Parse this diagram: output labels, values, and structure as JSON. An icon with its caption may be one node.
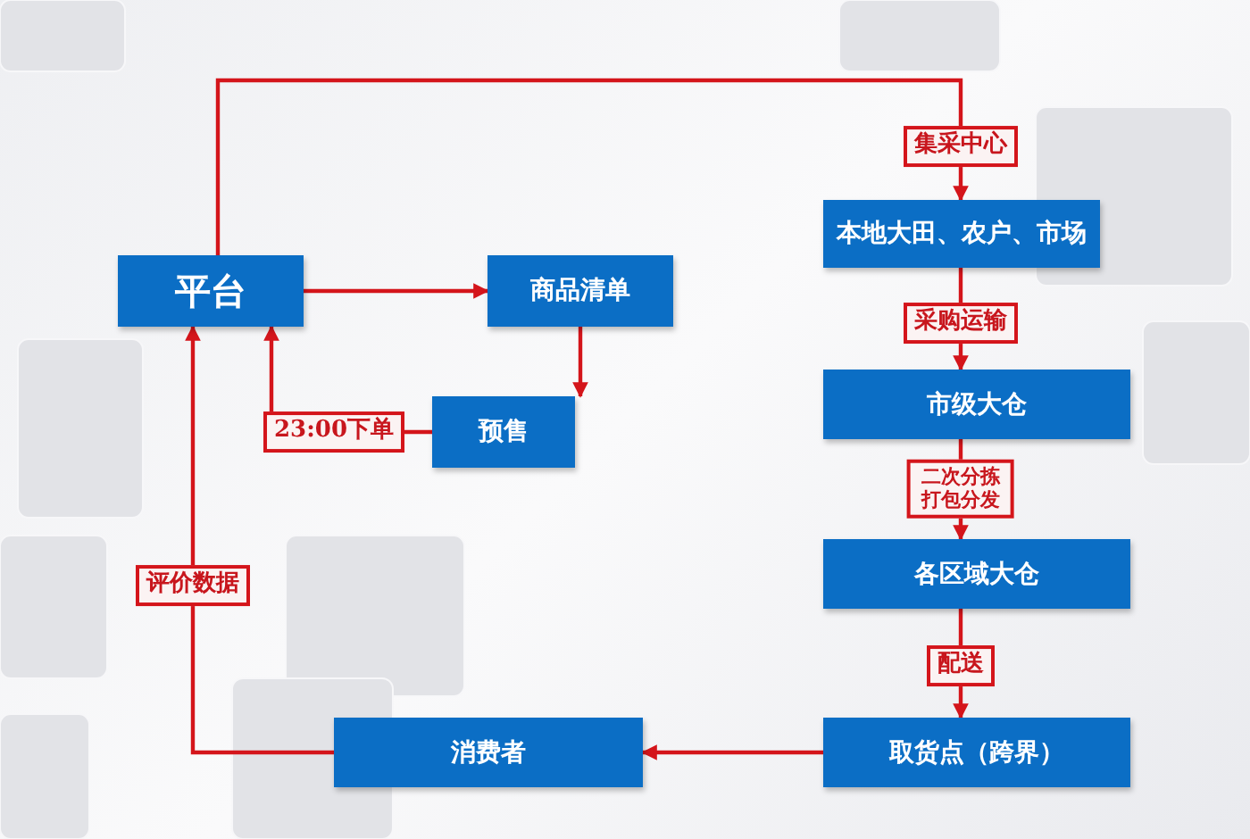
{
  "diagram": {
    "nodes": [
      {
        "text": [
          "平台"
        ]
      },
      {
        "text": [
          "商品清单"
        ]
      },
      {
        "text": [
          "预售"
        ]
      },
      {
        "text": [
          "本地大田、农户、市场"
        ]
      },
      {
        "text": [
          "市级大仓"
        ]
      },
      {
        "text": [
          "各区域大仓"
        ]
      },
      {
        "text": [
          "取货点（跨界）"
        ]
      },
      {
        "text": [
          "消费者"
        ]
      }
    ],
    "edges": [
      {
        "from": 0,
        "to": 1,
        "arrow": "to"
      },
      {
        "from": 1,
        "to": 2,
        "arrow": "to"
      },
      {
        "from": 2,
        "to": 0,
        "arrow": "to",
        "label": "23:00下单"
      },
      {
        "from": 0,
        "to": 3,
        "arrow": "to",
        "label": "集采中心"
      },
      {
        "from": 3,
        "to": 4,
        "arrow": "to",
        "label": "采购运输"
      },
      {
        "from": 4,
        "to": 5,
        "arrow": "to",
        "label": "二次分拣打包分发"
      },
      {
        "from": 5,
        "to": 6,
        "arrow": "to",
        "label": "配送"
      },
      {
        "from": 6,
        "to": 7,
        "arrow": "to"
      },
      {
        "from": 7,
        "to": 0,
        "arrow": "to",
        "label": "评价数据"
      }
    ]
  }
}
